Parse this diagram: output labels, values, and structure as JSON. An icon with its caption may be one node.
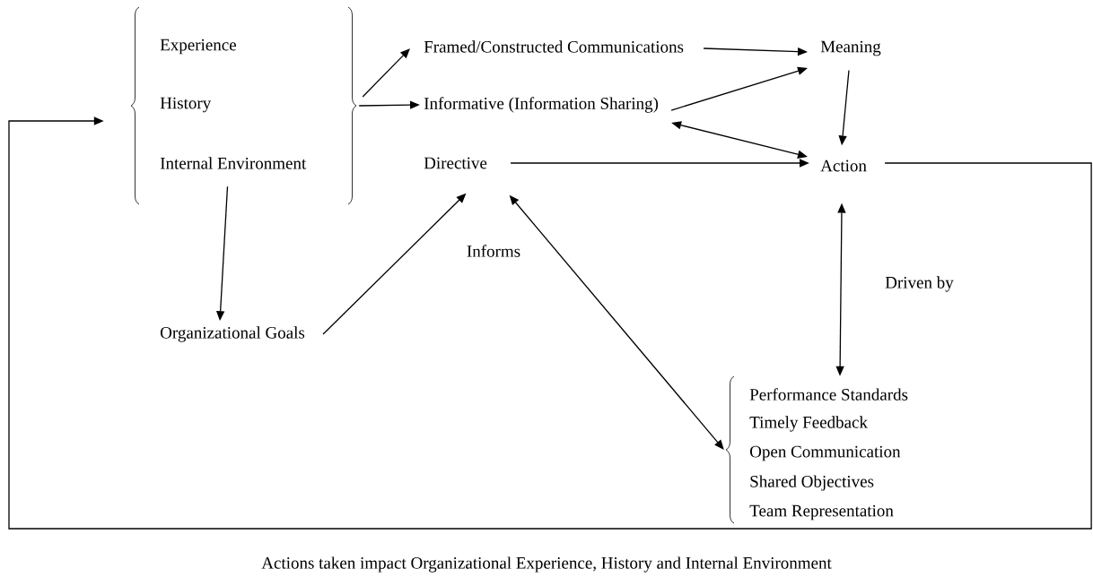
{
  "diagram": {
    "caption": "Actions taken impact Organizational Experience, History and Internal Environment",
    "nodes": [
      {
        "text": [
          "Experience",
          "History",
          "Internal Environment"
        ]
      },
      {
        "text": [
          "Framed/Constructed Communications"
        ]
      },
      {
        "text": [
          "Informative (Information Sharing)"
        ]
      },
      {
        "text": [
          "Directive"
        ]
      },
      {
        "text": [
          "Meaning"
        ]
      },
      {
        "text": [
          "Action"
        ]
      },
      {
        "text": [
          "Organizational Goals"
        ]
      },
      {
        "text": [
          "Performance Standards",
          "Timely Feedback",
          "Open Communication",
          "Shared Objectives",
          "Team Representation"
        ]
      }
    ],
    "edges": [
      {
        "from": 0,
        "to": 1,
        "arrow": "to"
      },
      {
        "from": 0,
        "to": 2,
        "arrow": "to"
      },
      {
        "from": 1,
        "to": 4,
        "arrow": "to"
      },
      {
        "from": 2,
        "to": 4,
        "arrow": "to"
      },
      {
        "from": 2,
        "to": 5,
        "arrow": "both"
      },
      {
        "from": 3,
        "to": 5,
        "arrow": "to"
      },
      {
        "from": 4,
        "to": 5,
        "arrow": "to"
      },
      {
        "from": 0,
        "to": 6,
        "arrow": "to"
      },
      {
        "from": 6,
        "to": 3,
        "arrow": "to"
      },
      {
        "from": 3,
        "to": 7,
        "arrow": "both"
      },
      {
        "from": 5,
        "to": 7,
        "arrow": "both",
        "label": "Driven by"
      },
      {
        "from": 5,
        "to": 0,
        "arrow": "to"
      }
    ],
    "labels": [
      "Informs"
    ]
  }
}
